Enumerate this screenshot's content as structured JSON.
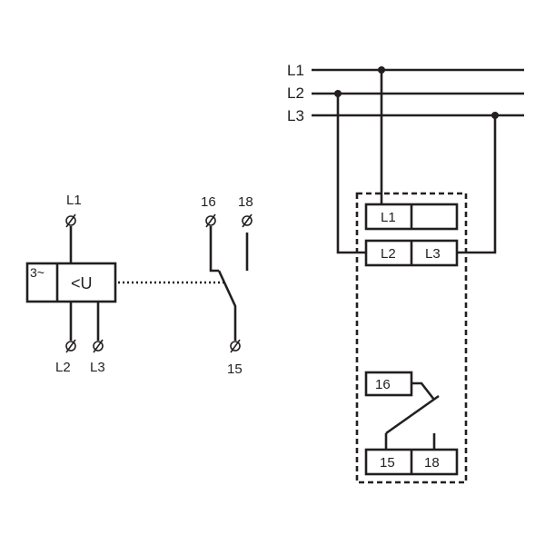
{
  "symbol": {
    "terminal_top": "L1",
    "terminals_bottom": [
      "L2",
      "L3"
    ],
    "phase_label": "3~",
    "function_label": "<U",
    "contact_terminals_top": [
      "16",
      "18"
    ],
    "contact_terminal_bottom": "15"
  },
  "wiring": {
    "bus_labels": [
      "L1",
      "L2",
      "L3"
    ],
    "device_terminals_top": [
      "L1",
      "L2",
      "L3"
    ],
    "device_terminals_bottom": [
      "16",
      "15",
      "18"
    ]
  },
  "colors": {
    "ink": "#231f20",
    "background": "#ffffff"
  }
}
